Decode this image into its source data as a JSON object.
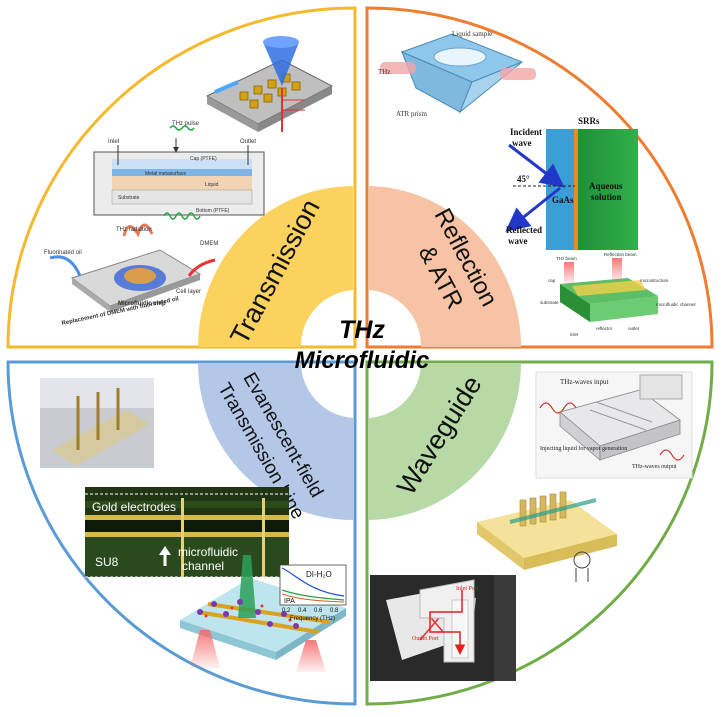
{
  "center": {
    "line1": "THz",
    "line2": "Microfluidic"
  },
  "sectors": {
    "transmission": {
      "label": "Transmission",
      "color": "#fcd25e",
      "border": "#f5b92e"
    },
    "reflection": {
      "line1": "Reflection",
      "line2": "& ATR",
      "color": "#f7c3a4",
      "border": "#ee7d31"
    },
    "evanescent": {
      "line1": "Evanescent-field",
      "line2": "Transmission Line",
      "color": "#b4c7e7",
      "border": "#5b9bd5"
    },
    "waveguide": {
      "label": "Waveguide",
      "color": "#b7d9a5",
      "border": "#70ad47"
    }
  },
  "transmission_figures": {
    "inlet": "Inlet",
    "thz_pulse": "THz pulse",
    "outlet": "Outlet",
    "cap": "Cap (PTFE)",
    "metasurface": "Metal metasurface",
    "liquid": "Liquid",
    "substrate": "Substrate",
    "bottom": "Bottom (PTFE)",
    "thz_radiation": "THz radiation",
    "dmem": "DMEM",
    "fluorinated_oil": "Fluorinated oil",
    "cell_layer": "Cell layer",
    "chip": "Microfluidic chip",
    "replacement": "Replacement of DMEM with fluorinated oil"
  },
  "reflection_figures": {
    "liquid_sample": "Liquid sample",
    "thz": "THz",
    "atr_prism": "ATR prism",
    "srrs": "SRRs",
    "incident": "Incident",
    "wave": "wave",
    "angle": "45°",
    "gaas": "GaAs",
    "aqueous": "Aqueous",
    "solution": "solution",
    "reflected": "Reflected",
    "thz_beam": "THz beam",
    "reflection_beam": "Reflection beam",
    "cap": "cap",
    "microstructure": "microstructure",
    "substrate": "substrate",
    "microfluidic_channel": "microfluidic channel",
    "reflector": "reflector",
    "inlet": "inlet",
    "outlet": "outlet"
  },
  "evanescent_figures": {
    "gold_electrodes": "Gold electrodes",
    "su8": "SU8",
    "microfluidic": "microfluidic",
    "channel": "channel",
    "legend_water": "DI-H₂O",
    "legend_ipa": "IPA",
    "x_axis": "Frequency (THz)",
    "ticks": [
      "0.2",
      "0.4",
      "0.6",
      "0.8"
    ]
  },
  "waveguide_figures": {
    "input": "THz-waves input",
    "injecting": "Injecting liquid for vapor generation",
    "output": "THz-waves output",
    "inlet_port": "Inlet Port",
    "outlet_port": "Outlet Port"
  }
}
